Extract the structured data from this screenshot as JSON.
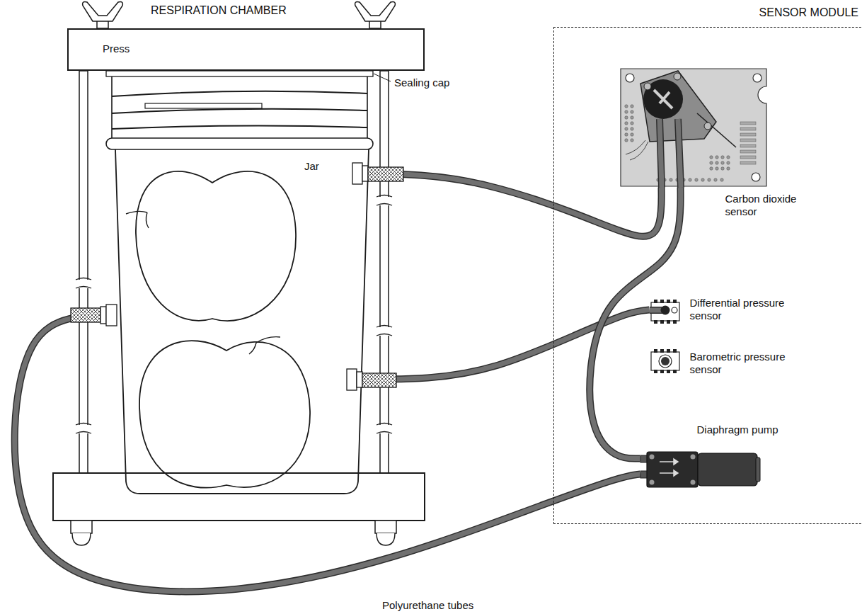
{
  "diagram": {
    "nodes": [
      {
        "text": [
          "Press"
        ]
      },
      {
        "text": [
          "Jar"
        ]
      },
      {
        "text": [
          "SENSOR MODULE"
        ]
      },
      {
        "text": [
          "Carbon dioxide sensor"
        ],
        "in": 2
      },
      {
        "text": [
          "Differential pressure sensor"
        ],
        "in": 2
      },
      {
        "text": [
          "Barometric pressure sensor"
        ],
        "in": 2
      },
      {
        "text": [
          "Diaphragm pump"
        ],
        "in": 2
      }
    ],
    "edges": [
      {
        "from": 1,
        "to": 3,
        "arrow": "none"
      },
      {
        "from": 1,
        "to": 4,
        "arrow": "none"
      },
      {
        "from": 1,
        "to": 6,
        "arrow": "none"
      },
      {
        "from": 3,
        "to": 6,
        "arrow": "none"
      }
    ],
    "labels": [
      "RESPIRATION CHAMBER",
      "Sealing cap",
      "Polyurethane tubes"
    ]
  }
}
